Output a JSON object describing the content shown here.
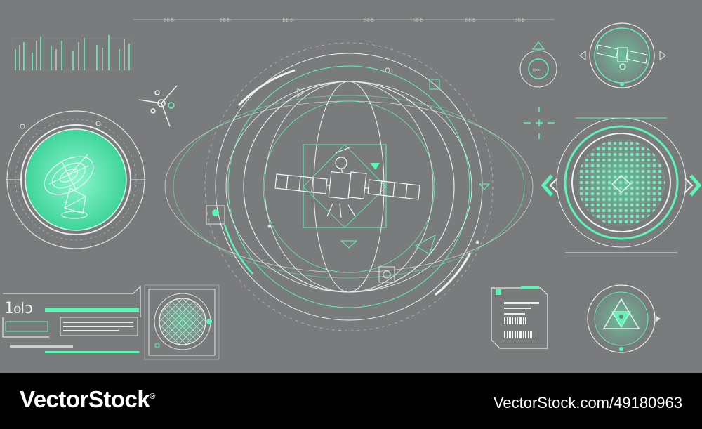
{
  "colors": {
    "background": "#7a7b7d",
    "accent": "#5df5b3",
    "line": "#e8f0ee",
    "footer": "#000000"
  },
  "hud": {
    "code_label": "1ᴏ꘡ɔ",
    "icons": {
      "main": "satellite-icon",
      "dish": "radar-dish-icon",
      "globe": "dotted-globe-icon",
      "sat_small": "satellite-small-icon",
      "triangle_emblem": "triangle-emblem-icon",
      "sphere_mesh": "mesh-sphere-icon"
    }
  },
  "footer": {
    "brand": "VectorStock",
    "trademark": "®",
    "stock_id": "VectorStock.com/49180963"
  }
}
